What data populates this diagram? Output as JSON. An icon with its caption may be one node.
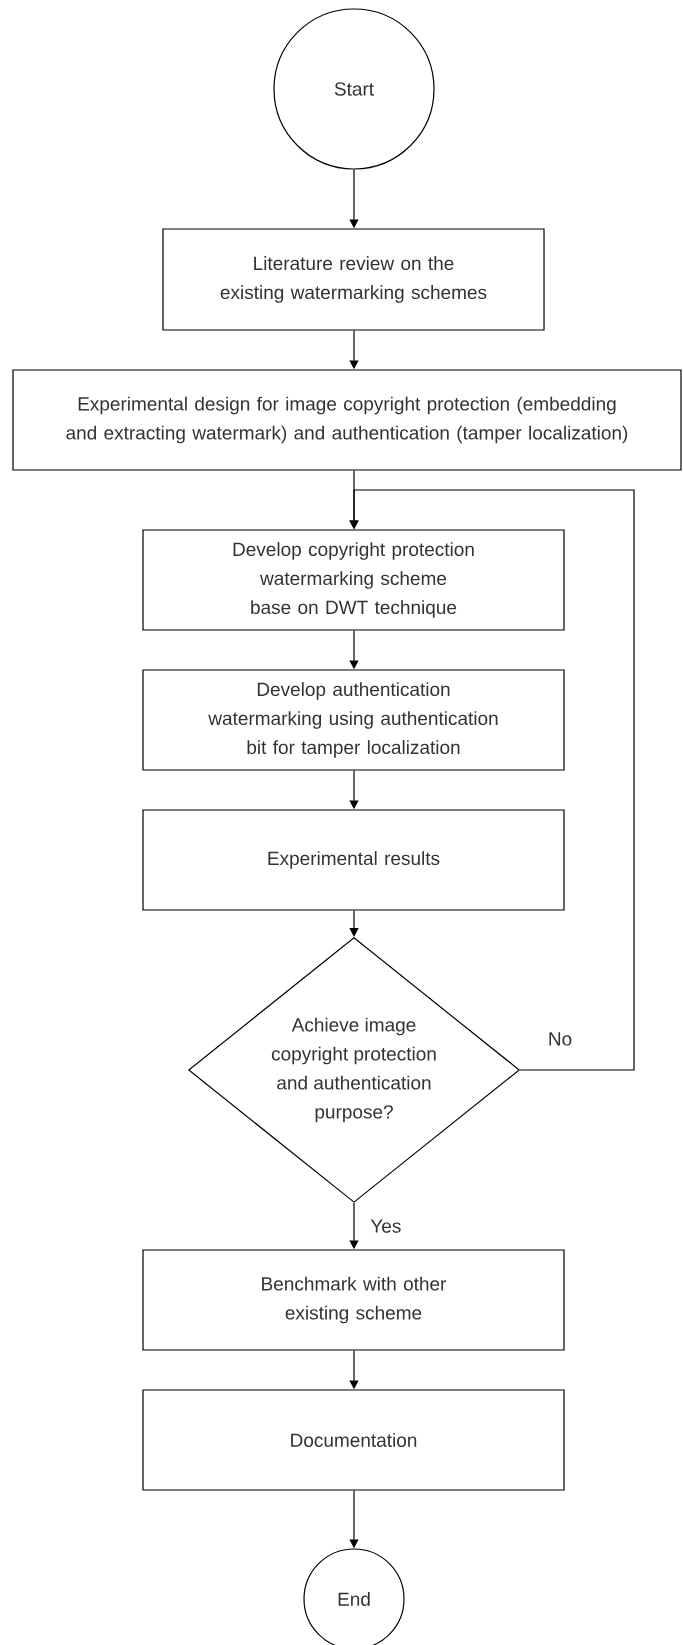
{
  "diagram": {
    "nodes": [
      {
        "text": [
          "Start"
        ]
      },
      {
        "text": [
          "Literature review on the existing watermarking schemes"
        ]
      },
      {
        "text": [
          "Experimental design for image copyright protection (embedding and extracting watermark) and authentication (tamper localization)"
        ]
      },
      {
        "text": [
          "Develop copyright protection watermarking scheme base on DWT technique"
        ]
      },
      {
        "text": [
          "Develop authentication watermarking using authentication bit for tamper localization"
        ]
      },
      {
        "text": [
          "Experimental results"
        ]
      },
      {
        "text": [
          "Achieve image copyright protection and authentication purpose?"
        ]
      },
      {
        "text": [
          "Benchmark with other existing scheme"
        ]
      },
      {
        "text": [
          "Documentation"
        ]
      },
      {
        "text": [
          "End"
        ]
      }
    ],
    "edges": [
      {
        "from": 0,
        "to": 1,
        "arrow": "to"
      },
      {
        "from": 1,
        "to": 2,
        "arrow": "to"
      },
      {
        "from": 2,
        "to": 3,
        "arrow": "to"
      },
      {
        "from": 3,
        "to": 4,
        "arrow": "to"
      },
      {
        "from": 4,
        "to": 5,
        "arrow": "to"
      },
      {
        "from": 5,
        "to": 6,
        "arrow": "to"
      },
      {
        "from": 6,
        "to": 7,
        "arrow": "to",
        "label": "Yes"
      },
      {
        "from": 6,
        "to": 3,
        "arrow": "to",
        "label": "No"
      },
      {
        "from": 7,
        "to": 8,
        "arrow": "to"
      },
      {
        "from": 8,
        "to": 9,
        "arrow": "to"
      }
    ]
  }
}
